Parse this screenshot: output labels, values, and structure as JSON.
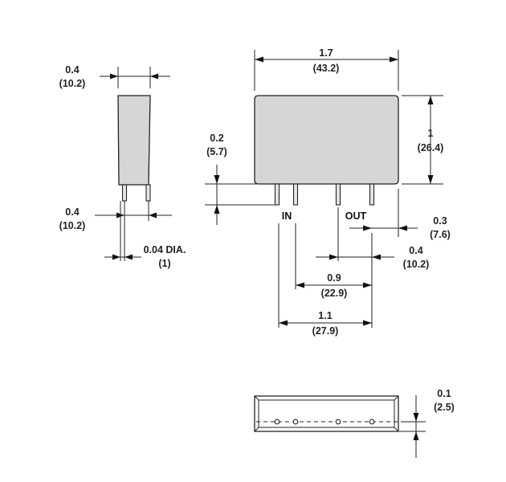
{
  "dimensions": {
    "side_width": {
      "in": "0.4",
      "mm": "(10.2)"
    },
    "side_pin_spacing": {
      "in": "0.4",
      "mm": "(10.2)"
    },
    "pin_diameter": {
      "in": "0.04 DIA.",
      "mm": "(1)"
    },
    "top_width": {
      "in": "1.7",
      "mm": "(43.2)"
    },
    "height": {
      "in": "1",
      "mm": "(26.4)"
    },
    "standoff": {
      "in": "0.2",
      "mm": "(5.7)"
    },
    "edge_to_out": {
      "in": "0.3",
      "mm": "(7.6)"
    },
    "out_pin_spacing": {
      "in": "0.4",
      "mm": "(10.2)"
    },
    "in_to_out": {
      "in": "0.9",
      "mm": "(22.9)"
    },
    "in_span": {
      "in": "1.1",
      "mm": "(27.9)"
    },
    "bottom_offset": {
      "in": "0.1",
      "mm": "(2.5)"
    }
  },
  "pins": {
    "in_label": "IN",
    "out_label": "OUT"
  }
}
